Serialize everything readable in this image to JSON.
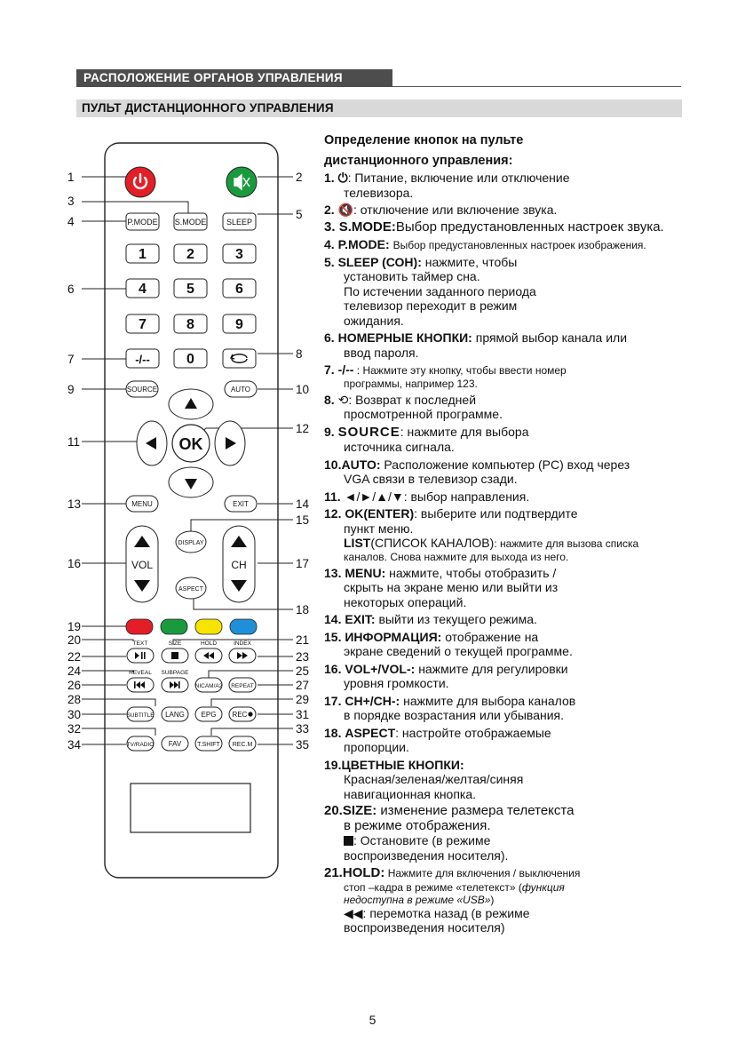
{
  "headers": {
    "section": "РАСПОЛОЖЕНИЕ ОРГАНОВ УПРАВЛЕНИЯ",
    "subsection": "ПУЛЬТ ДИСТАНЦИОННОГО УПРАВЛЕНИЯ"
  },
  "remote": {
    "callout_numbers": [
      "1",
      "2",
      "3",
      "4",
      "5",
      "6",
      "7",
      "8",
      "9",
      "10",
      "11",
      "12",
      "13",
      "14",
      "15",
      "16",
      "17",
      "18",
      "19",
      "20",
      "21",
      "22",
      "23",
      "24",
      "25",
      "26",
      "27",
      "28",
      "29",
      "30",
      "31",
      "32",
      "33",
      "34",
      "35"
    ],
    "buttons": {
      "pmode": "P.MODE",
      "smode": "S.MODE",
      "sleep": "SLEEP",
      "d1": "1",
      "d2": "2",
      "d3": "3",
      "d4": "4",
      "d5": "5",
      "d6": "6",
      "d7": "7",
      "d8": "8",
      "d9": "9",
      "dash": "-/--",
      "d0": "0",
      "source": "SOURCE",
      "auto": "AUTO",
      "ok": "OK",
      "menu": "MENU",
      "exit": "EXIT",
      "display": "DISPLAY",
      "aspect": "ASPECT",
      "vol": "VOL",
      "ch": "CH",
      "text": "TEXT",
      "size": "SIZE",
      "hold": "HOLD",
      "index": "INDEX",
      "reveal": "REVEAL",
      "subpage": "SUBPAGE",
      "nicam": "NICAM/A2",
      "repeat": "REPEAT",
      "subtitle": "SUBTITLE",
      "lang": "LANG",
      "epg": "EPG",
      "rec": "REC",
      "tvradio": "TV/RADIO",
      "fav": "FAV",
      "tshift": "T.SHIFT",
      "recm": "REC.M"
    },
    "colors": {
      "red": "#e41e26",
      "green": "#1a9a3e",
      "yellow": "#f5e400",
      "blue": "#1f8fd8"
    }
  },
  "text": {
    "title1": "Определение  кнопок на пульте",
    "title2": "дистанционного управления:",
    "i1": {
      "n": "1.",
      "k": "",
      "t1": ": Питание, включение или отключение",
      "t2": "телевизора."
    },
    "i2": {
      "n": "2.",
      "t": ": отключение или включение звука."
    },
    "i3": {
      "n": "3.",
      "k": "S.MODE:",
      "t": "Выбор предустановленных настроек звука."
    },
    "i4": {
      "n": "4.",
      "k": "P.MODE:",
      "t": "Выбор предустановленных настроек изображения."
    },
    "i5": {
      "n": "5.",
      "k": "SLEEP (СОН):",
      "t": " нажмите, чтобы",
      "l2": "установить таймер сна.",
      "l3": "По истечении заданного периода",
      "l4": "телевизор переходит в режим",
      "l5": "ожидания."
    },
    "i6": {
      "n": "6.",
      "k": "НОМЕРНЫЕ КНОПКИ:",
      "t": " прямой выбор канала или",
      "l2": "ввод пароля."
    },
    "i7": {
      "n": "7.",
      "k": "-/--",
      "t": " :  Нажмите эту кнопку, чтобы ввести номер",
      "l2": "программы, например 123."
    },
    "i8": {
      "n": "8.",
      "t": ": Возврат к последней",
      "l2": "просмотренной программе."
    },
    "i9": {
      "n": "9.",
      "k": "SOURCE",
      "t": ": нажмите для выбора",
      "l2": "источника сигнала."
    },
    "i10": {
      "n": "10.",
      "k": "AUTO:",
      "t": " Расположение компьютер (PC) вход через",
      "l2": "VGA связи в телевизор сзади."
    },
    "i11": {
      "n": "11.",
      "t": "◄/►/▲/▼: выбор направления."
    },
    "i12": {
      "n": "12.",
      "k": "OK(ENTER)",
      "t": ": выберите или подтвердите",
      "l2": "пункт меню.",
      "k2": "LIST",
      "t2": "(СПИСОК КАНАЛОВ)",
      "t3": ": нажмите для вызова списка",
      "l4": "каналов. Снова нажмите для выхода из него."
    },
    "i13": {
      "n": "13.",
      "k": "MENU:",
      "t": " нажмите, чтобы отобразить /",
      "l2": "скрыть на экране меню или выйти из",
      "l3": "некоторых операций."
    },
    "i14": {
      "n": "14.",
      "k": "EXIT:",
      "t": " выйти из текущего режима."
    },
    "i15": {
      "n": "15.",
      "k": "ИНФОРМАЦИЯ:",
      "t": " отображение на",
      "l2": "экране сведений о текущей программе."
    },
    "i16": {
      "n": "16.",
      "k": "VOL+/VOL-:",
      "t": " нажмите для регулировки",
      "l2": "уровня громкости."
    },
    "i17": {
      "n": "17.",
      "k": "CH+/CH-:",
      "t": " нажмите для выбора каналов",
      "l2": "в порядке возрастания или убывания."
    },
    "i18": {
      "n": "18.",
      "k": "ASPECT",
      "t": ": настройте отображаемые",
      "l2": "пропорции."
    },
    "i19": {
      "n": "19.",
      "k": "ЦВЕТНЫЕ КНОПКИ:",
      "l2": "Красная/зеленая/желтая/синяя",
      "l3": "навигационная кнопка."
    },
    "i20": {
      "n": "20.",
      "k": "SIZE:",
      "t": " изменение размера телетекста",
      "l2": "в режиме отображения.",
      "l3": ": Остановите (в режиме",
      "l4": "воспроизведения носителя)."
    },
    "i21": {
      "n": "21.",
      "k": "HOLD:",
      "t": " Нажмите для включения / выключения",
      "l2": "стоп –кадра в режиме «телетекст» (",
      "l2i": "функция",
      "l3i": "недоступна в режиме «USB»",
      "l3": ")",
      "l4": ": перемотка назад (в режиме",
      "l5": "воспроизведения носителя)"
    }
  },
  "page_number": "5"
}
